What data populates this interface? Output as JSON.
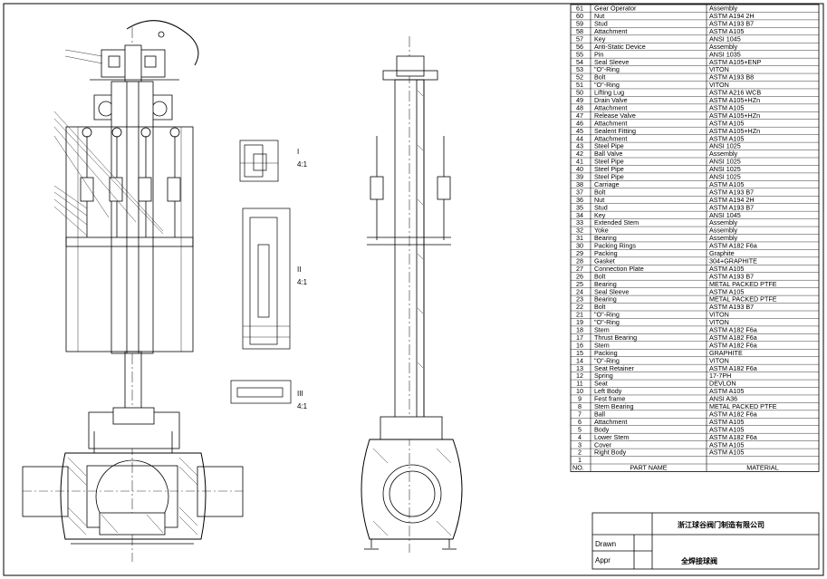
{
  "parts_table": {
    "header": {
      "no": "NO.",
      "name": "PART NAME",
      "material": "MATERIAL"
    },
    "rows": [
      {
        "no": "61",
        "name": "Gear Operator",
        "material": "Assembly"
      },
      {
        "no": "60",
        "name": "Nut",
        "material": "ASTM A194 2H"
      },
      {
        "no": "59",
        "name": "Stud",
        "material": "ASTM A193 B7"
      },
      {
        "no": "58",
        "name": "Attachment",
        "material": "ASTM A105"
      },
      {
        "no": "57",
        "name": "Key",
        "material": "ANSI 1045"
      },
      {
        "no": "56",
        "name": "Anti-Static Device",
        "material": "Assembly"
      },
      {
        "no": "55",
        "name": "Pin",
        "material": "ANSI 1035"
      },
      {
        "no": "54",
        "name": "Seal Sleeve",
        "material": "ASTM A105+ENP"
      },
      {
        "no": "53",
        "name": "\"O\"-Ring",
        "material": "VITON"
      },
      {
        "no": "52",
        "name": "Bolt",
        "material": "ASTM A193 B8"
      },
      {
        "no": "51",
        "name": "\"O\"-Ring",
        "material": "VITON"
      },
      {
        "no": "50",
        "name": "Lifting Lug",
        "material": "ASTM A216 WCB"
      },
      {
        "no": "49",
        "name": "Drain Valve",
        "material": "ASTM A105+HZn"
      },
      {
        "no": "48",
        "name": "Attachment",
        "material": "ASTM A105"
      },
      {
        "no": "47",
        "name": "Release Valve",
        "material": "ASTM A105+HZn"
      },
      {
        "no": "46",
        "name": "Attachment",
        "material": "ASTM A105"
      },
      {
        "no": "45",
        "name": "Sealent Fitting",
        "material": "ASTM A105+HZn"
      },
      {
        "no": "44",
        "name": "Attachment",
        "material": "ASTM A105"
      },
      {
        "no": "43",
        "name": "Steel Pipe",
        "material": "ANSI 1025"
      },
      {
        "no": "42",
        "name": "Ball Valve",
        "material": "Assembly"
      },
      {
        "no": "41",
        "name": "Steel Pipe",
        "material": "ANSI 1025"
      },
      {
        "no": "40",
        "name": "Steel Pipe",
        "material": "ANSI 1025"
      },
      {
        "no": "39",
        "name": "Steel Pipe",
        "material": "ANSI 1025"
      },
      {
        "no": "38",
        "name": "Carriage",
        "material": "ASTM A105"
      },
      {
        "no": "37",
        "name": "Bolt",
        "material": "ASTM A193 B7"
      },
      {
        "no": "36",
        "name": "Nut",
        "material": "ASTM A194 2H"
      },
      {
        "no": "35",
        "name": "Stud",
        "material": "ASTM A193 B7"
      },
      {
        "no": "34",
        "name": "Key",
        "material": "ANSI 1045"
      },
      {
        "no": "33",
        "name": "Extended Stem",
        "material": "Assembly"
      },
      {
        "no": "32",
        "name": "Yoke",
        "material": "Assembly"
      },
      {
        "no": "31",
        "name": "Bearing",
        "material": "Assembly"
      },
      {
        "no": "30",
        "name": "Packing Rings",
        "material": "ASTM A182 F6a"
      },
      {
        "no": "29",
        "name": "Packing",
        "material": "Graphite"
      },
      {
        "no": "28",
        "name": "Gasket",
        "material": "304+GRAPHITE"
      },
      {
        "no": "27",
        "name": "Connection Plate",
        "material": "ASTM A105"
      },
      {
        "no": "26",
        "name": "Bolt",
        "material": "ASTM A193 B7"
      },
      {
        "no": "25",
        "name": "Bearing",
        "material": "METAL PACKED PTFE"
      },
      {
        "no": "24",
        "name": "Seal Sleeve",
        "material": "ASTM A105"
      },
      {
        "no": "23",
        "name": "Bearing",
        "material": "METAL PACKED PTFE"
      },
      {
        "no": "22",
        "name": "Bolt",
        "material": "ASTM A193 B7"
      },
      {
        "no": "21",
        "name": "\"O\"-Ring",
        "material": "VITON"
      },
      {
        "no": "19",
        "name": "\"O\"-Ring",
        "material": "VITON"
      },
      {
        "no": "18",
        "name": "Stem",
        "material": "ASTM A182 F6a"
      },
      {
        "no": "17",
        "name": "Thrust Bearing",
        "material": "ASTM A182 F6a"
      },
      {
        "no": "16",
        "name": "Stem",
        "material": "ASTM A182 F6a"
      },
      {
        "no": "15",
        "name": "Packing",
        "material": "GRAPHITE"
      },
      {
        "no": "14",
        "name": "\"O\"-Ring",
        "material": "VITON"
      },
      {
        "no": "13",
        "name": "Seat Retainer",
        "material": "ASTM A182 F6a"
      },
      {
        "no": "12",
        "name": "Spring",
        "material": "17-7PH"
      },
      {
        "no": "11",
        "name": "Seat",
        "material": "DEVLON"
      },
      {
        "no": "10",
        "name": "Left Body",
        "material": "ASTM A105"
      },
      {
        "no": "9",
        "name": "Fest frame",
        "material": "ANSI A36"
      },
      {
        "no": "8",
        "name": "Stem Bearing",
        "material": "METAL PACKED PTFE"
      },
      {
        "no": "7",
        "name": "Ball",
        "material": "ASTM A182 F6a"
      },
      {
        "no": "6",
        "name": "Attachment",
        "material": "ASTM A105"
      },
      {
        "no": "5",
        "name": "Body",
        "material": "ASTM A105"
      },
      {
        "no": "4",
        "name": "Lower Stem",
        "material": "ASTM A182 F6a"
      },
      {
        "no": "3",
        "name": "Cover",
        "material": "ASTM A105"
      },
      {
        "no": "2",
        "name": "Right Body",
        "material": "ASTM A105"
      },
      {
        "no": "1",
        "name": "",
        "material": ""
      }
    ]
  },
  "title_block": {
    "company": "浙江球谷阀门制造有限公司",
    "drawn_label": "Drawn",
    "appr_label": "Appr",
    "drawing_title": "全焊接球阀"
  },
  "detail_labels": {
    "detail_a": "I",
    "detail_b": "II",
    "detail_c": "III",
    "scale_a": "4:1",
    "scale_b": "4:1",
    "scale_c": "4:1"
  }
}
